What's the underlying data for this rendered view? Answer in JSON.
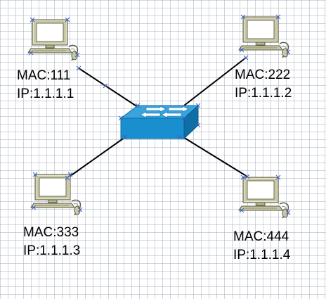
{
  "switch": {
    "icon": "network-switch-icon"
  },
  "hosts": [
    {
      "id": "pc1",
      "mac": "MAC:111",
      "ip": "IP:1.1.1.1",
      "icon": "desktop-computer-icon"
    },
    {
      "id": "pc2",
      "mac": "MAC:222",
      "ip": "IP:1.1.1.2",
      "icon": "desktop-computer-icon"
    },
    {
      "id": "pc3",
      "mac": "MAC:333",
      "ip": "IP:1.1.1.3",
      "icon": "desktop-computer-icon"
    },
    {
      "id": "pc4",
      "mac": "MAC:444",
      "ip": "IP:1.1.1.4",
      "icon": "desktop-computer-icon"
    }
  ],
  "links": [
    {
      "from": "pc1",
      "to": "switch"
    },
    {
      "from": "pc2",
      "to": "switch"
    },
    {
      "from": "pc3",
      "to": "switch"
    },
    {
      "from": "pc4",
      "to": "switch"
    }
  ],
  "colors": {
    "link": "#000000",
    "switch_top": "#3aa3dc",
    "switch_front": "#1a8fcf",
    "switch_side": "#0f6ea6",
    "monitor_body": "#c9c9a4",
    "monitor_screen": "#ffffff",
    "port_marker": "#3a5fcd"
  }
}
